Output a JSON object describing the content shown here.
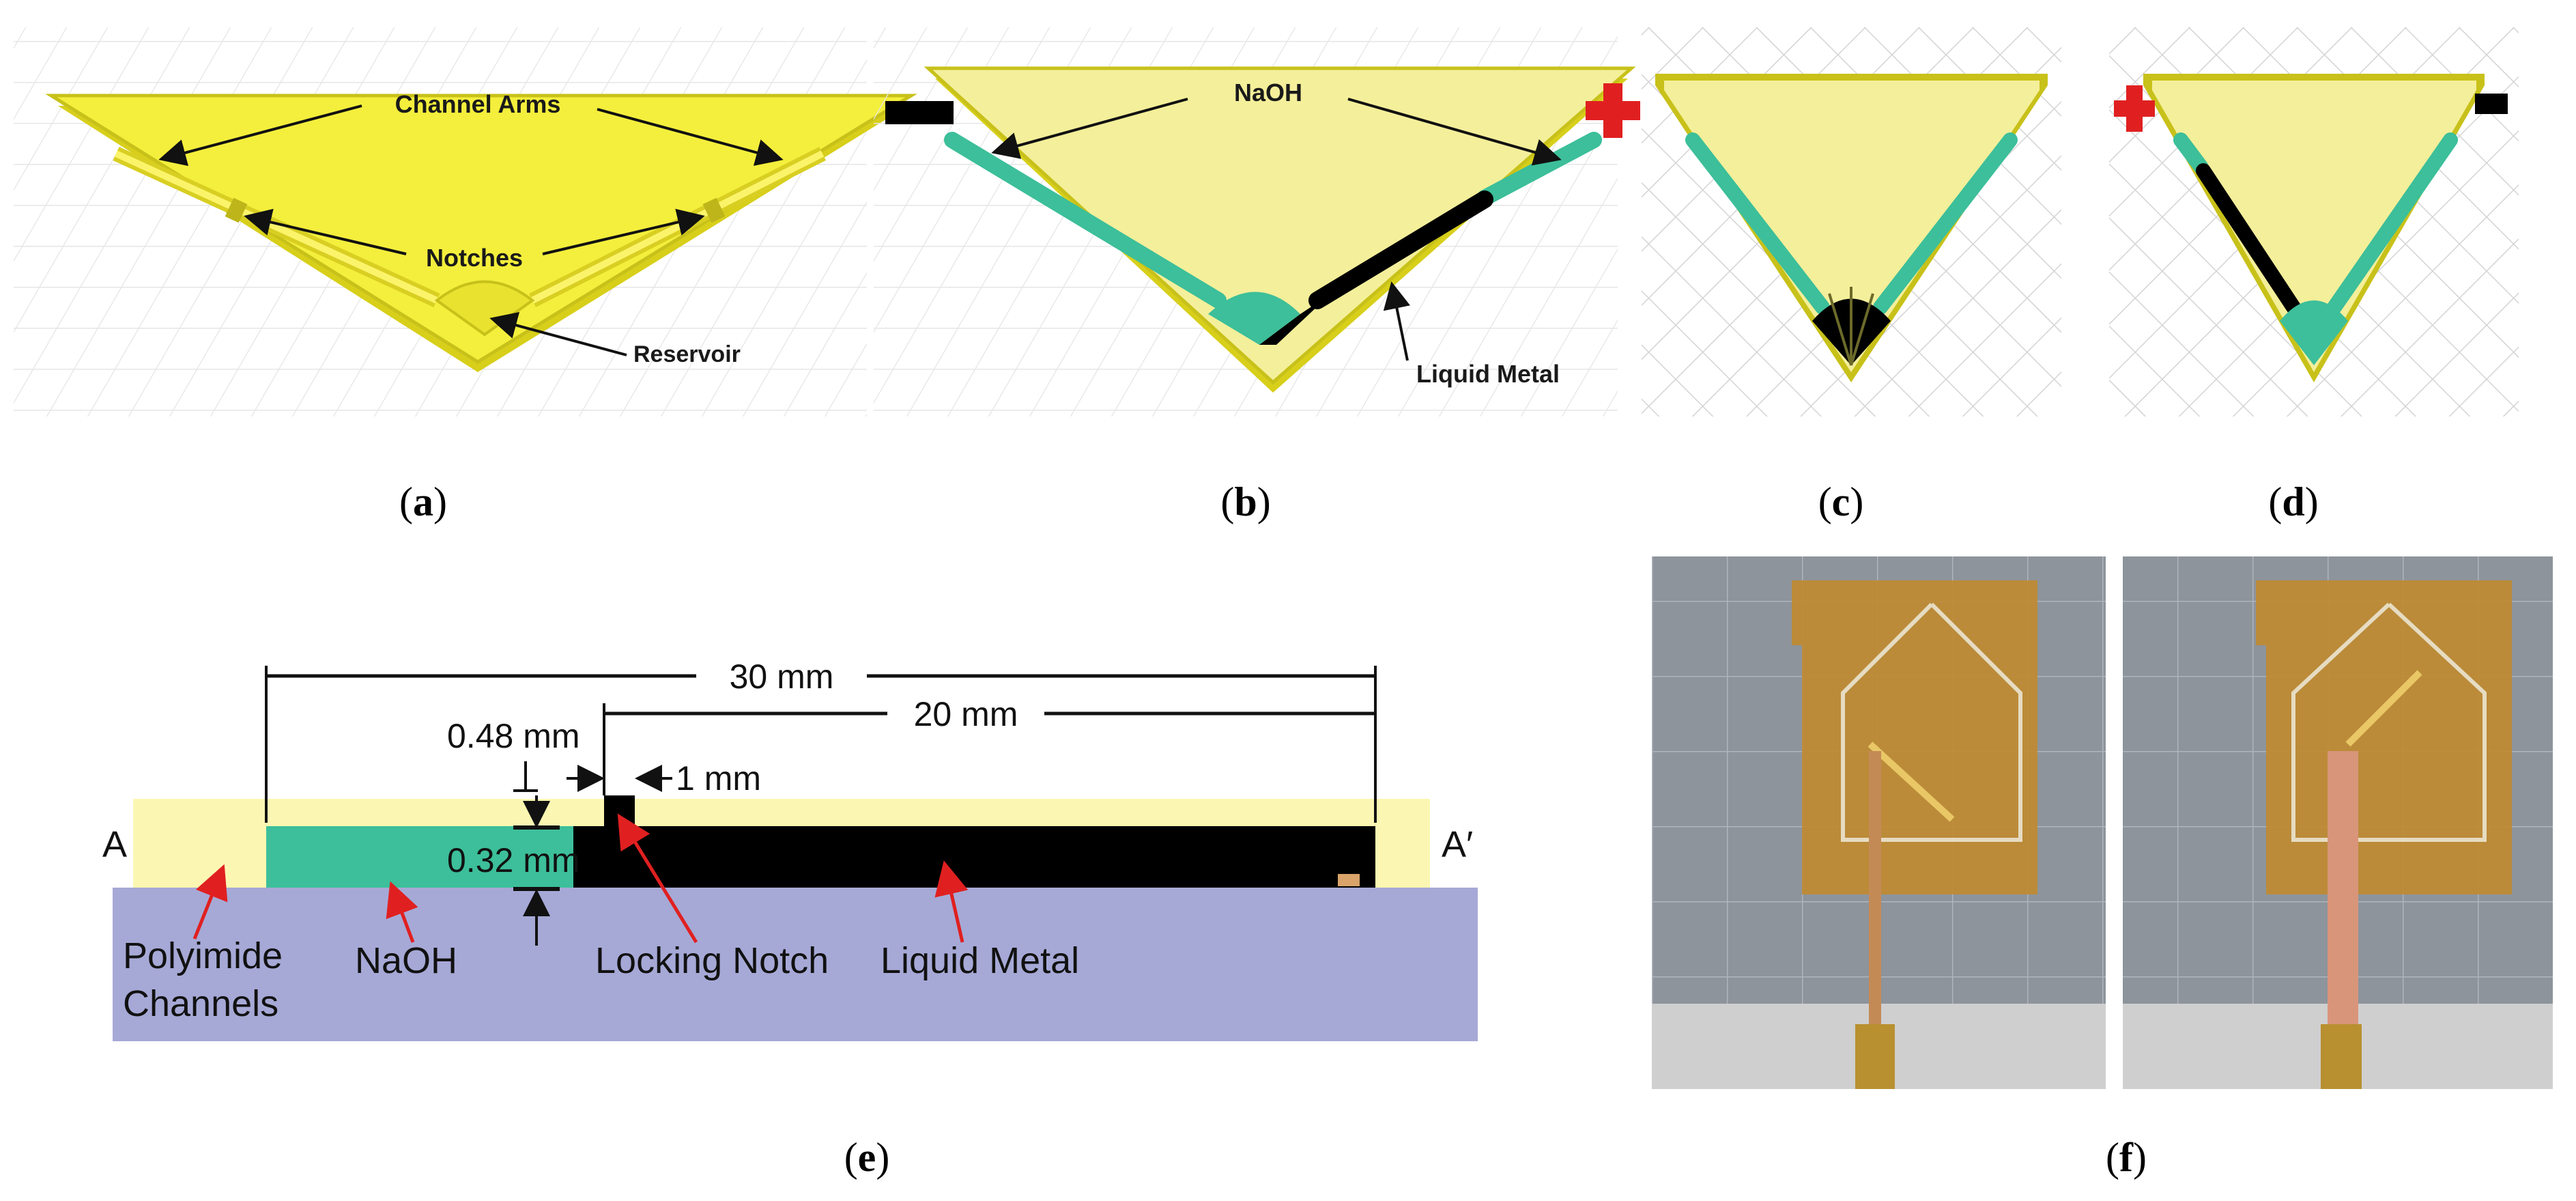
{
  "panel_a": {
    "caption": "a",
    "labels": {
      "channel_arms": "Channel Arms",
      "notches": "Notches",
      "reservoir": "Reservoir"
    }
  },
  "panel_b": {
    "caption": "b",
    "labels": {
      "naoh": "NaOH",
      "liquid_metal": "Liquid Metal"
    }
  },
  "panel_c": {
    "caption": "c"
  },
  "panel_d": {
    "caption": "d"
  },
  "panel_e": {
    "caption": "e",
    "dimensions": {
      "total_length": "30 mm",
      "metal_length": "20 mm",
      "notch_depth": "0.48 mm",
      "notch_width": "1 mm",
      "channel_height": "0.32 mm"
    },
    "section_ends": {
      "left": "A",
      "right": "A′"
    },
    "labels": {
      "polyimide_line1": "Polyimide",
      "polyimide_line2": "Channels",
      "naoh": "NaOH",
      "locking_notch": "Locking Notch",
      "liquid_metal": "Liquid Metal"
    }
  },
  "panel_f": {
    "caption": "f"
  },
  "colors": {
    "polyimide": "#f2ee3a",
    "naoh": "#3cbf9a",
    "liquid_metal": "#000000",
    "substrate": "#a6a9d6",
    "pos_terminal": "#e02020",
    "neg_terminal": "#000000",
    "annotation_arrow": "#e02020"
  }
}
